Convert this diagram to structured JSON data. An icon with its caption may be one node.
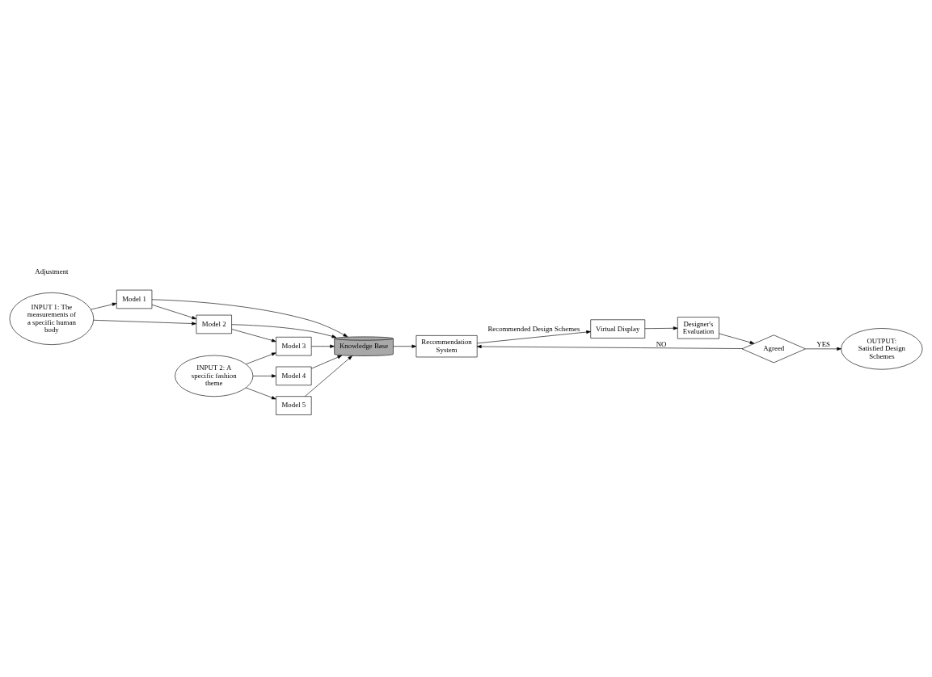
{
  "diagram": {
    "nodes": [
      {
        "text": [
          "INPUT 1: The measurements of a specific human body"
        ]
      },
      {
        "text": [
          "Model 1"
        ]
      },
      {
        "text": [
          "Model 2"
        ]
      },
      {
        "text": [
          "Model 3"
        ]
      },
      {
        "text": [
          "Model 4"
        ]
      },
      {
        "text": [
          "Model 5"
        ]
      },
      {
        "text": [
          "INPUT 2: A specific fashion theme"
        ]
      },
      {
        "text": [
          "Knowledge Base"
        ]
      },
      {
        "text": [
          "Recommendation System"
        ]
      },
      {
        "text": [
          "Virtual Display"
        ]
      },
      {
        "text": [
          "Designer's Evaluation"
        ]
      },
      {
        "text": [
          "Agreed"
        ]
      },
      {
        "text": [
          "OUTPUT: Satisfied Design Schemes"
        ]
      }
    ],
    "edges": [
      {
        "from": 0,
        "to": 1,
        "arrow": "to"
      },
      {
        "from": 0,
        "to": 2,
        "arrow": "to"
      },
      {
        "from": 1,
        "to": 2,
        "arrow": "to"
      },
      {
        "from": 2,
        "to": 3,
        "arrow": "to"
      },
      {
        "from": 6,
        "to": 3,
        "arrow": "to"
      },
      {
        "from": 6,
        "to": 4,
        "arrow": "to"
      },
      {
        "from": 6,
        "to": 5,
        "arrow": "to"
      },
      {
        "from": 1,
        "to": 7,
        "arrow": "to"
      },
      {
        "from": 2,
        "to": 7,
        "arrow": "to"
      },
      {
        "from": 3,
        "to": 7,
        "arrow": "to"
      },
      {
        "from": 4,
        "to": 7,
        "arrow": "to"
      },
      {
        "from": 5,
        "to": 7,
        "arrow": "to"
      },
      {
        "from": 7,
        "to": 8,
        "arrow": "to"
      },
      {
        "from": 8,
        "to": 9,
        "arrow": "to",
        "label": "Recommended Design Schemes"
      },
      {
        "from": 9,
        "to": 10,
        "arrow": "to"
      },
      {
        "from": 10,
        "to": 11,
        "arrow": "to"
      },
      {
        "from": 11,
        "to": 12,
        "arrow": "to",
        "label": "YES"
      },
      {
        "from": 11,
        "to": 8,
        "arrow": "to",
        "label": "NO"
      }
    ],
    "labels": [
      "Adjustment"
    ]
  }
}
